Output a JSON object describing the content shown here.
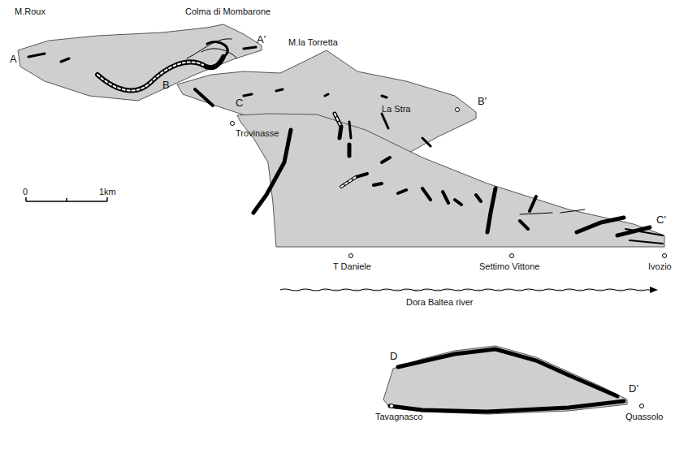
{
  "diagram": {
    "labels": [
      "M.Roux",
      "Colma di Mombarone",
      "A",
      "A'",
      "M.la Torretta",
      "B",
      "B'",
      "La Stra",
      "C",
      "Trovinasse",
      "C'",
      "T Daniele",
      "Settimo Vittone",
      "Ivozio",
      "Dora Baltea river",
      "D",
      "D'",
      "Tavagnasco",
      "Quassolo",
      "0",
      "1km"
    ]
  }
}
